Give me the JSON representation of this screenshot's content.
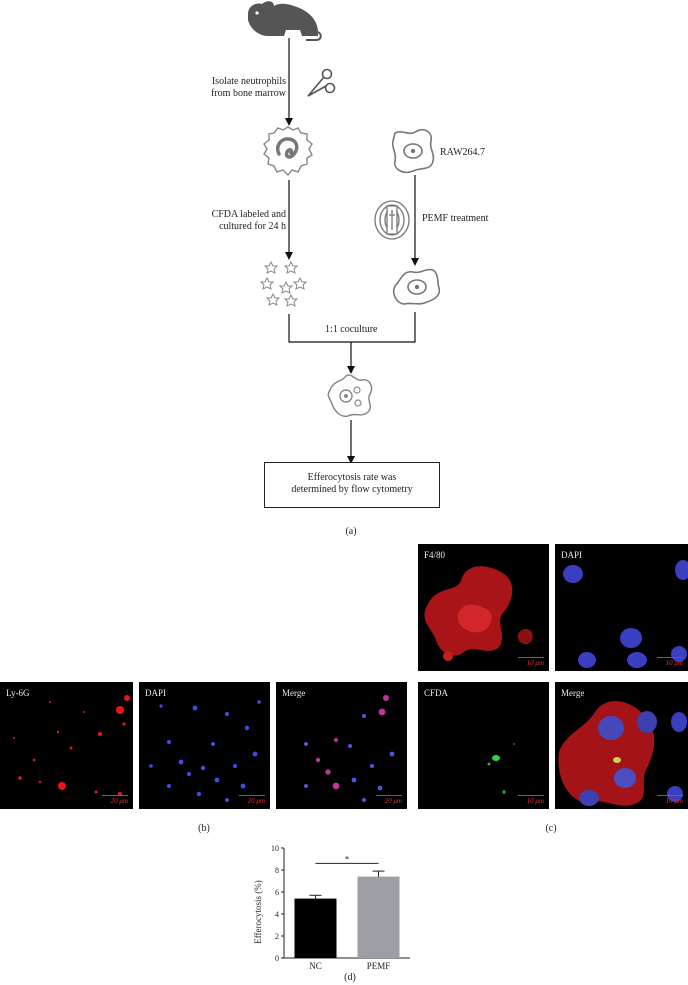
{
  "panel_a": {
    "step_isolate": [
      "Isolate neutrophils",
      "from bone marrow"
    ],
    "step_cfda": [
      "CFDA labeled and",
      "cultured for 24 h"
    ],
    "raw_label": "RAW264.7",
    "pemf_label": "PEMF treatment",
    "coculture_label": "1:1 coculture",
    "result_box": [
      "Efferocytosis rate was",
      "determined by flow cytometry"
    ],
    "label": "(a)"
  },
  "panel_b": {
    "label": "(b)",
    "images": [
      {
        "name": "Ly-6G",
        "scale": "20 μm"
      },
      {
        "name": "DAPI",
        "scale": "20 μm"
      },
      {
        "name": "Merge",
        "scale": "20 μm"
      }
    ]
  },
  "panel_c": {
    "label": "(c)",
    "images": [
      {
        "name": "F4/80",
        "scale": "10 μm"
      },
      {
        "name": "DAPI",
        "scale": "10 μm"
      },
      {
        "name": "CFDA",
        "scale": "10 μm"
      },
      {
        "name": "Merge",
        "scale": "10 μm"
      }
    ]
  },
  "panel_d": {
    "label": "(d)"
  },
  "chart_data": {
    "type": "bar",
    "categories": [
      "NC",
      "PEMF"
    ],
    "values": [
      5.4,
      7.4
    ],
    "errors": [
      0.3,
      0.5
    ],
    "colors": [
      "#000000",
      "#9e9ea6"
    ],
    "ylabel": "Efferocytosis (%)",
    "ylim": [
      0,
      10
    ],
    "yticks": [
      0,
      2,
      4,
      6,
      8,
      10
    ],
    "significance": "*"
  }
}
